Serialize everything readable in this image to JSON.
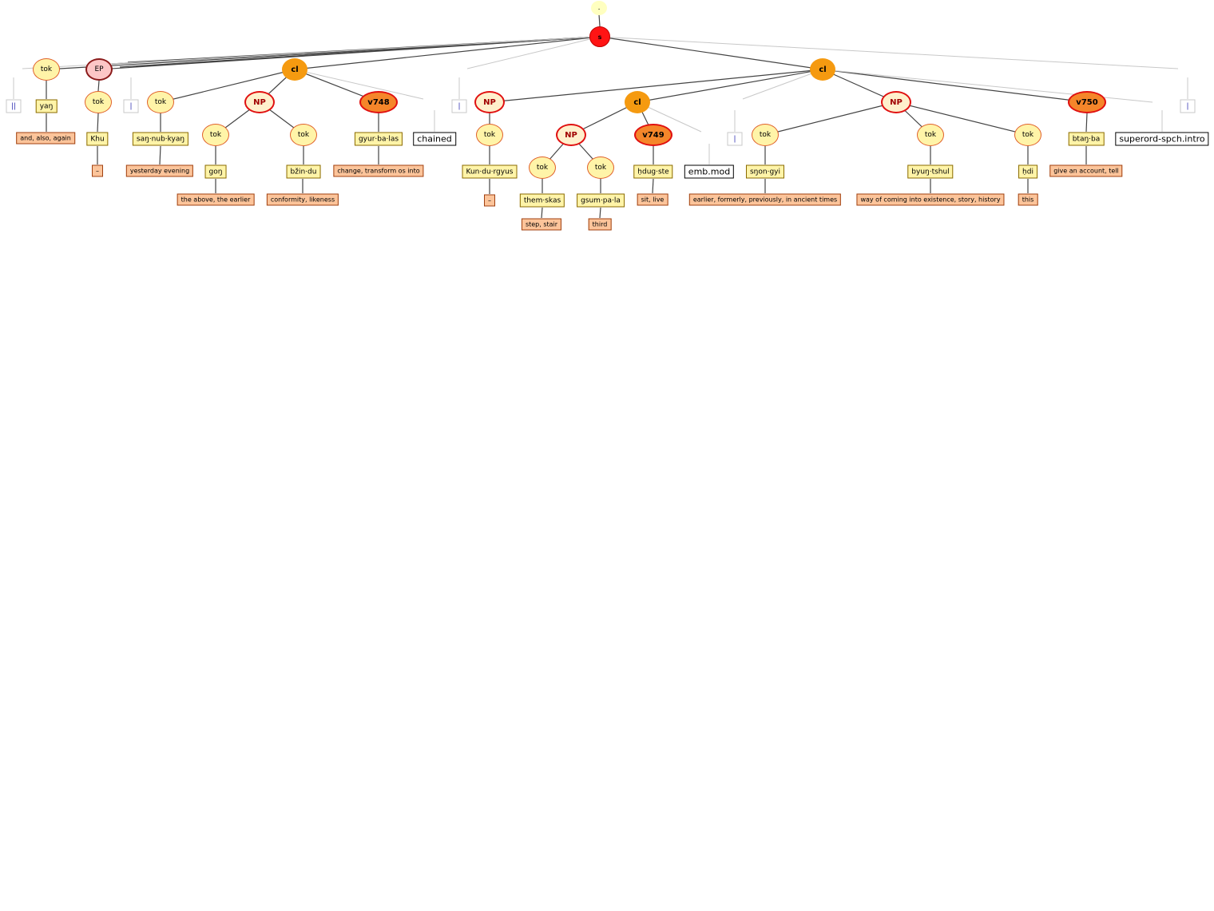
{
  "tree": {
    "root": ".",
    "s": "s",
    "ep": "EP",
    "tok": "tok",
    "cl": "cl",
    "np": "NP",
    "verbs": [
      "v748",
      "v749",
      "v750"
    ],
    "words": [
      "yaŋ",
      "Khu",
      "saŋ·nub·kyaŋ",
      "goŋ",
      "bžin·du",
      "gyur·ba·las",
      "Kun·du·rgyus",
      "them·skas",
      "gsum·pa·la",
      "ḥdug·ste",
      "sŋon·gyi",
      "byuŋ·tshul",
      "ḥdi",
      "btaŋ·ba"
    ],
    "glosses": [
      "and, also, again",
      "–",
      "yesterday evening",
      "the above, the earlier",
      "conformity, likeness",
      "change, transform os into",
      "–",
      "step, stair",
      "third",
      "sit, live",
      "earlier, formerly, previously, in ancient times",
      "way of coming into existence, story, history",
      "this",
      "give an account, tell"
    ],
    "functions": [
      "chained",
      "emb.mod",
      "superord-spch.intro"
    ],
    "punct": [
      "||",
      "|",
      "|",
      "|",
      "|"
    ]
  }
}
